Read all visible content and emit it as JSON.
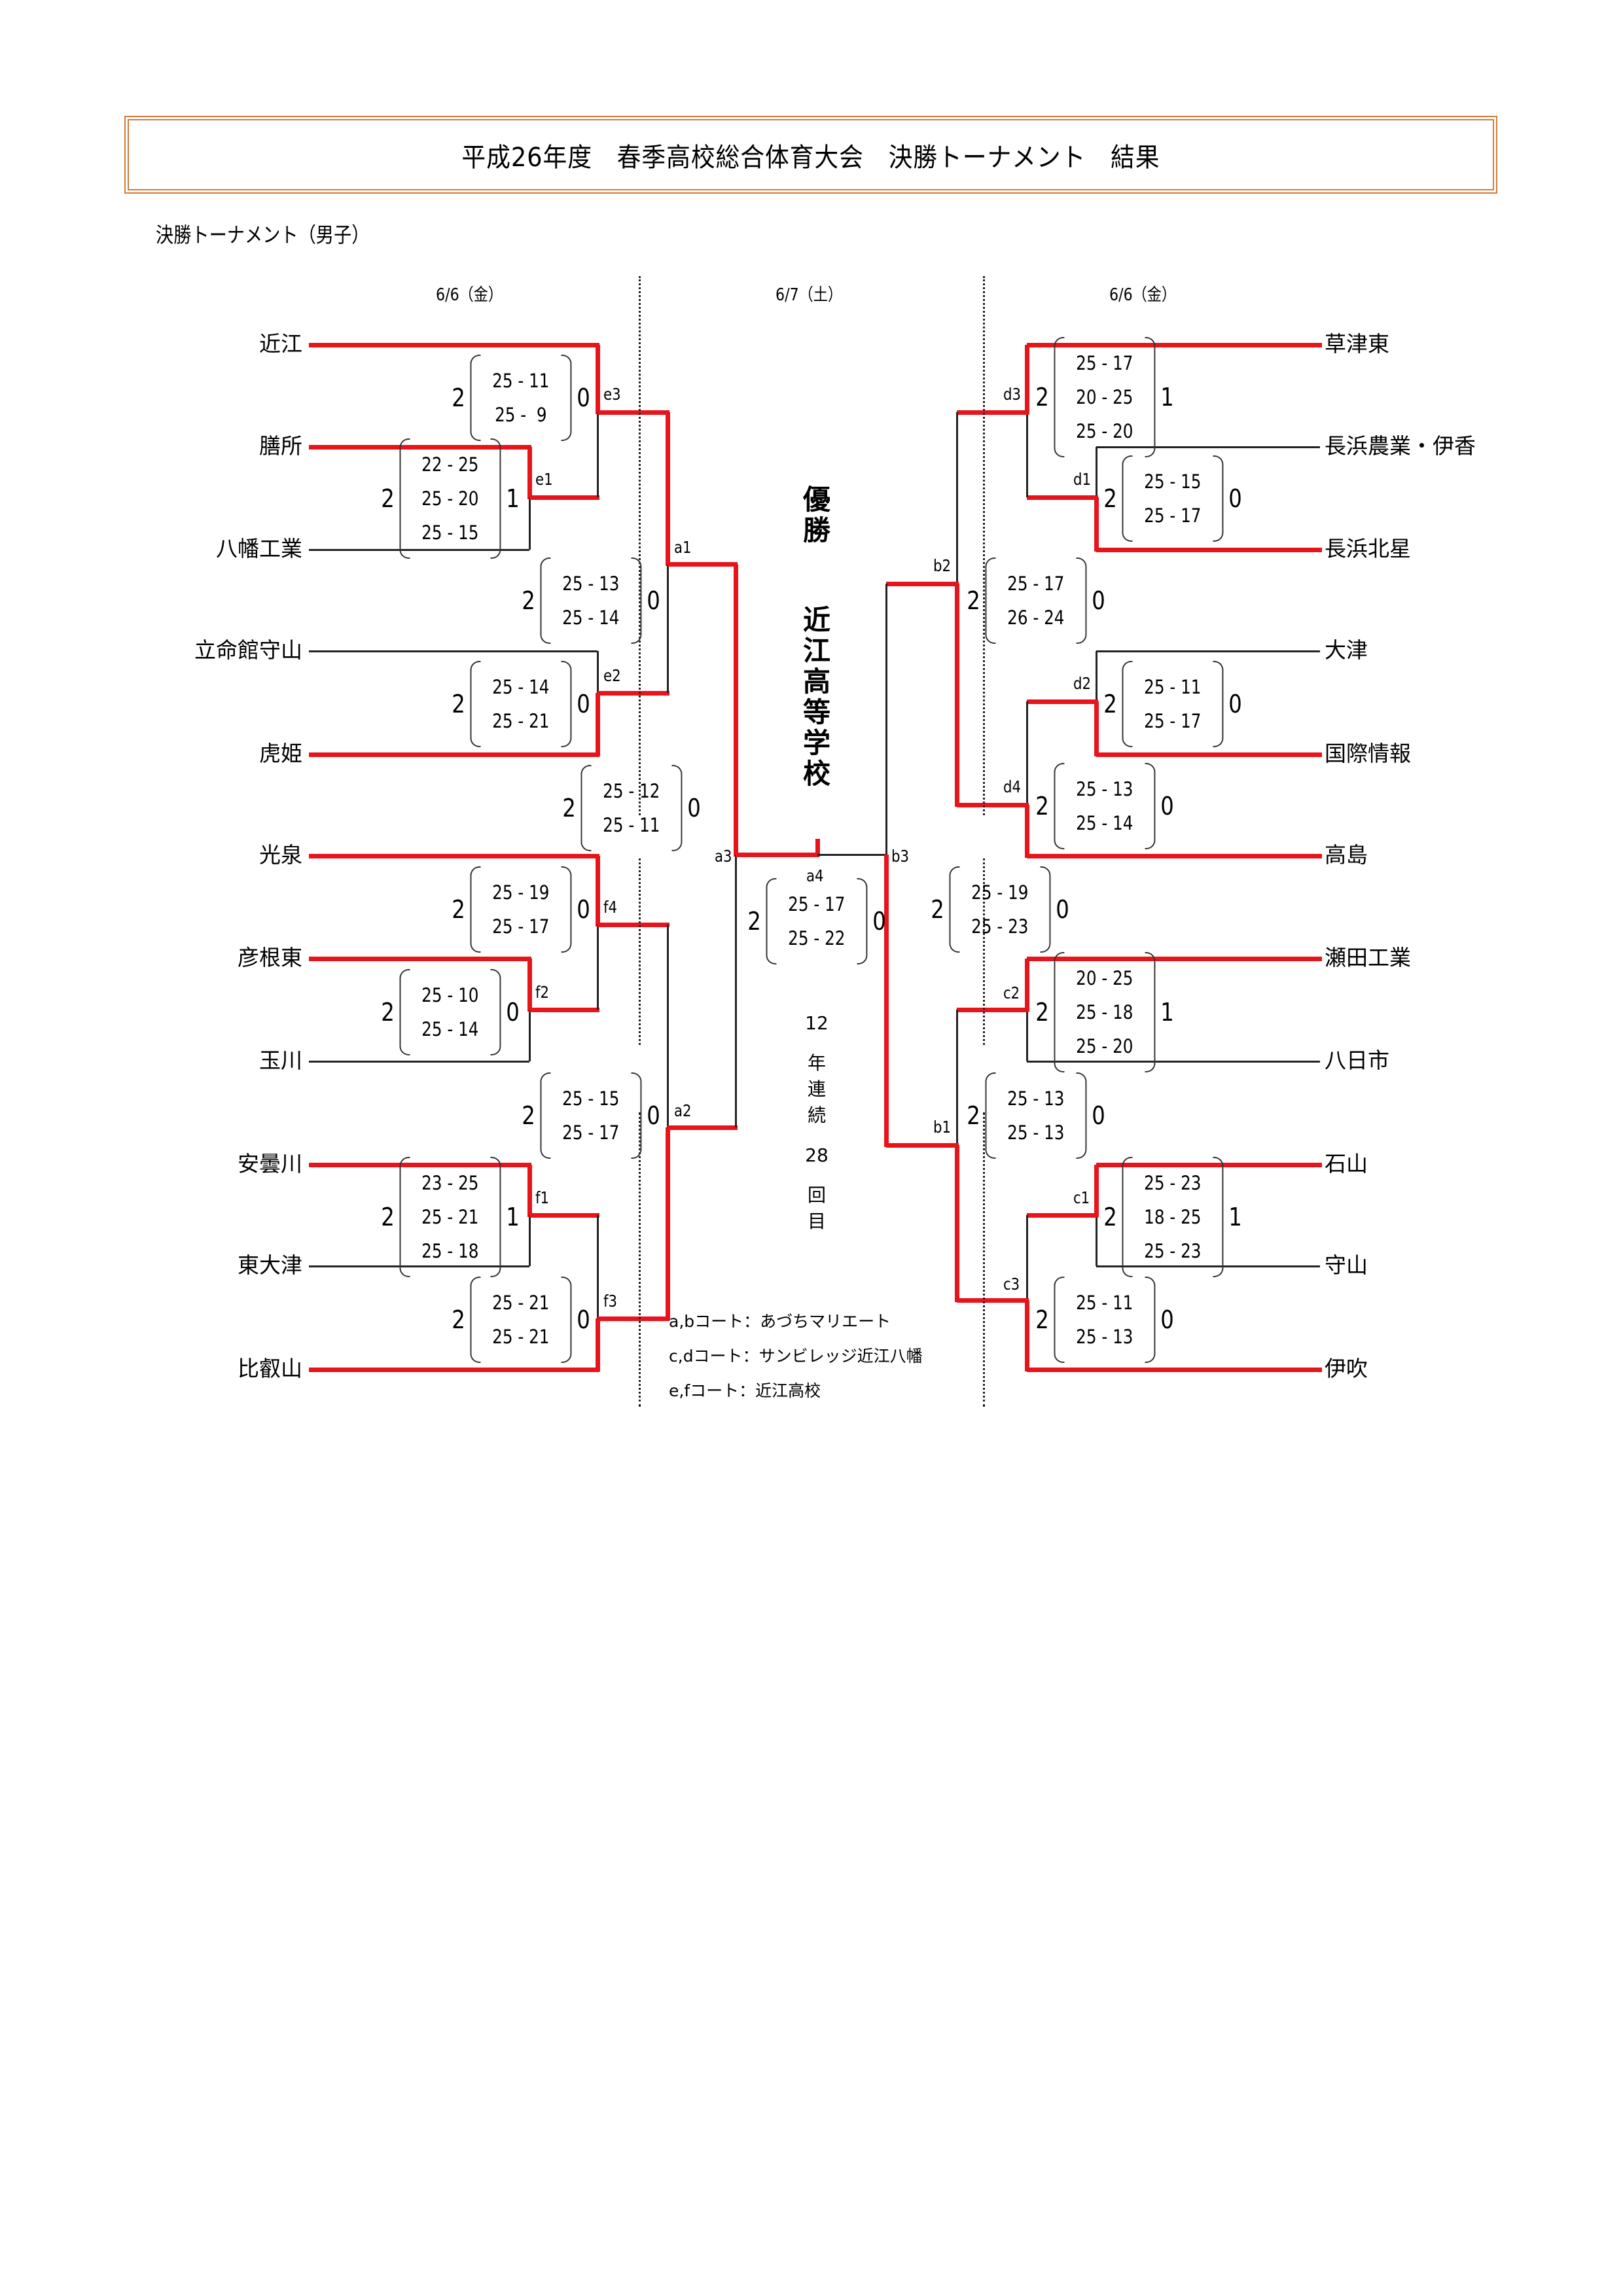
{
  "title": "平成26年度　春季高校総合体育大会　決勝トーナメント　結果",
  "subheader": "決勝トーナメント（男子）",
  "dates": {
    "left": "6/6（金）",
    "center": "6/7（土）",
    "right": "6/6（金）"
  },
  "colors": {
    "winner_line": "#e8141c",
    "loser_line": "#222222",
    "title_border": "#d27a3a"
  },
  "champion": {
    "label": "優勝",
    "name": "近江高等学校"
  },
  "streak": {
    "years": "12",
    "years_unit": "年連続",
    "count": "28",
    "count_unit": "回目"
  },
  "courts": [
    {
      "codes": "a,bコート",
      "venue": "あづちマリエート"
    },
    {
      "codes": "c,dコート",
      "venue": "サンビレッジ近江八幡"
    },
    {
      "codes": "e,fコート",
      "venue": "近江高校"
    }
  ],
  "teams_left": [
    "近江",
    "膳所",
    "八幡工業",
    "立命館守山",
    "虎姫",
    "光泉",
    "彦根東",
    "玉川",
    "安曇川",
    "東大津",
    "比叡山"
  ],
  "teams_right": [
    "草津東",
    "長浜農業・伊香",
    "長浜北星",
    "大津",
    "国際情報",
    "高島",
    "瀬田工業",
    "八日市",
    "石山",
    "守山",
    "伊吹"
  ],
  "matches": {
    "e1": {
      "label": "e1",
      "win": "2",
      "lose": "1",
      "sets": [
        "22 - 25",
        "25 - 20",
        "25 - 15"
      ],
      "winner": "膳所"
    },
    "e3": {
      "label": "e3",
      "win": "2",
      "lose": "0",
      "sets": [
        "25 - 11",
        "25 -  9"
      ],
      "winner": "近江"
    },
    "e2": {
      "label": "e2",
      "win": "2",
      "lose": "0",
      "sets": [
        "25 - 14",
        "25 - 21"
      ],
      "winner": "虎姫"
    },
    "a1": {
      "label": "a1",
      "win": "2",
      "lose": "0",
      "sets": [
        "25 - 13",
        "25 - 14"
      ],
      "winner": "近江"
    },
    "a3": {
      "label": "a3",
      "win": "2",
      "lose": "0",
      "sets": [
        "25 - 12",
        "25 - 11"
      ],
      "winner": "近江"
    },
    "f4": {
      "label": "f4",
      "win": "2",
      "lose": "0",
      "sets": [
        "25 - 19",
        "25 - 17"
      ],
      "winner": "光泉"
    },
    "f2": {
      "label": "f2",
      "win": "2",
      "lose": "0",
      "sets": [
        "25 - 10",
        "25 - 14"
      ],
      "winner": "彦根東"
    },
    "a2": {
      "label": "a2",
      "win": "2",
      "lose": "0",
      "sets": [
        "25 - 15",
        "25 - 17"
      ],
      "winner": "比叡山"
    },
    "f1": {
      "label": "f1",
      "win": "2",
      "lose": "1",
      "sets": [
        "23 - 25",
        "25 - 21",
        "25 - 18"
      ],
      "winner": "安曇川"
    },
    "f3": {
      "label": "f3",
      "win": "2",
      "lose": "0",
      "sets": [
        "25 - 21",
        "25 - 21"
      ],
      "winner": "比叡山"
    },
    "a4": {
      "label": "a4",
      "win": "2",
      "lose": "0",
      "sets": [
        "25 - 17",
        "25 - 22"
      ],
      "winner": "近江"
    },
    "d3": {
      "label": "d3",
      "win": "2",
      "lose": "1",
      "sets": [
        "25 - 17",
        "20 - 25",
        "25 - 20"
      ],
      "winner": "草津東"
    },
    "d1": {
      "label": "d1",
      "win": "2",
      "lose": "0",
      "sets": [
        "25 - 15",
        "25 - 17"
      ],
      "winner": "長浜北星"
    },
    "b2": {
      "label": "b2",
      "win": "2",
      "lose": "0",
      "sets": [
        "25 - 17",
        "26 - 24"
      ],
      "winner": "高島"
    },
    "d2": {
      "label": "d2",
      "win": "2",
      "lose": "0",
      "sets": [
        "25 - 11",
        "25 - 17"
      ],
      "winner": "国際情報"
    },
    "d4": {
      "label": "d4",
      "win": "2",
      "lose": "0",
      "sets": [
        "25 - 13",
        "25 - 14"
      ],
      "winner": "高島"
    },
    "b3": {
      "label": "b3",
      "win": "2",
      "lose": "0",
      "sets": [
        "25 - 19",
        "25 - 23"
      ],
      "winner": "伊吹"
    },
    "c2": {
      "label": "c2",
      "win": "2",
      "lose": "1",
      "sets": [
        "20 - 25",
        "25 - 18",
        "25 - 20"
      ],
      "winner": "瀬田工業"
    },
    "b1": {
      "label": "b1",
      "win": "2",
      "lose": "0",
      "sets": [
        "25 - 13",
        "25 - 13"
      ],
      "winner": "伊吹"
    },
    "c1": {
      "label": "c1",
      "win": "2",
      "lose": "1",
      "sets": [
        "25 - 23",
        "18 - 25",
        "25 - 23"
      ],
      "winner": "石山"
    },
    "c3": {
      "label": "c3",
      "win": "2",
      "lose": "0",
      "sets": [
        "25 - 11",
        "25 - 13"
      ],
      "winner": "伊吹"
    }
  }
}
